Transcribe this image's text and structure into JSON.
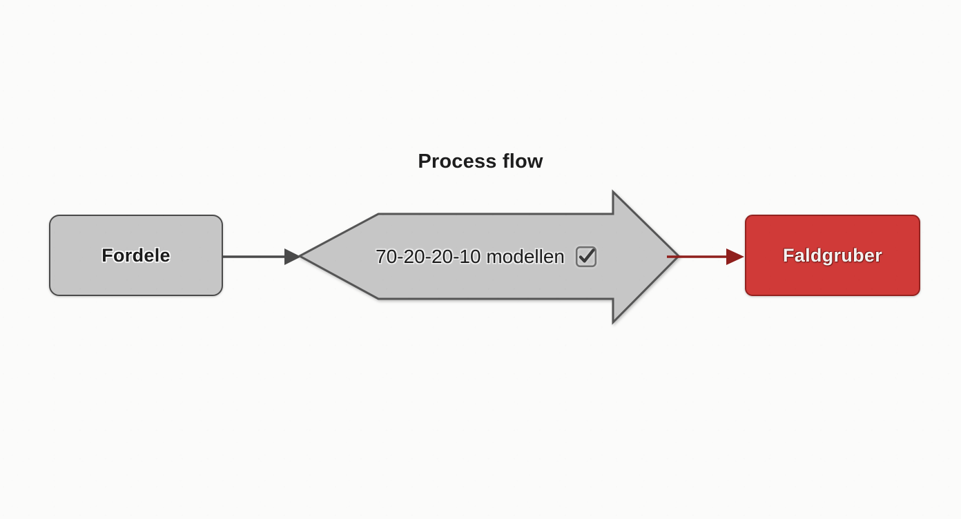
{
  "diagram": {
    "title": "Process flow",
    "background_color": "#fbfbfa",
    "nodes": [
      {
        "id": "start",
        "label": "Fordele",
        "shape": "rounded-rectangle",
        "fill_color": "#c6c6c6",
        "border_color": "#4a4a4a",
        "text_color": "#1b1b1b"
      },
      {
        "id": "process",
        "label": "70-20-20-10 modellen",
        "shape": "block-arrow-right",
        "fill_color": "#c6c6c6",
        "border_color": "#555555",
        "text_color": "#1c1c1c",
        "icon": "checkbox-checked-icon"
      },
      {
        "id": "end",
        "label": "Faldgruber",
        "shape": "rounded-rectangle",
        "fill_color": "#d03a38",
        "border_color": "#93221f",
        "text_color": "#f5f2f0"
      }
    ],
    "connectors": [
      {
        "id": "start-to-process",
        "from": "start",
        "to": "process",
        "color": "#4a4a4a",
        "arrowhead": "solid-triangle"
      },
      {
        "id": "process-to-end",
        "from": "process",
        "to": "end",
        "color": "#8f1f1c",
        "arrowhead": "solid-triangle"
      }
    ]
  }
}
